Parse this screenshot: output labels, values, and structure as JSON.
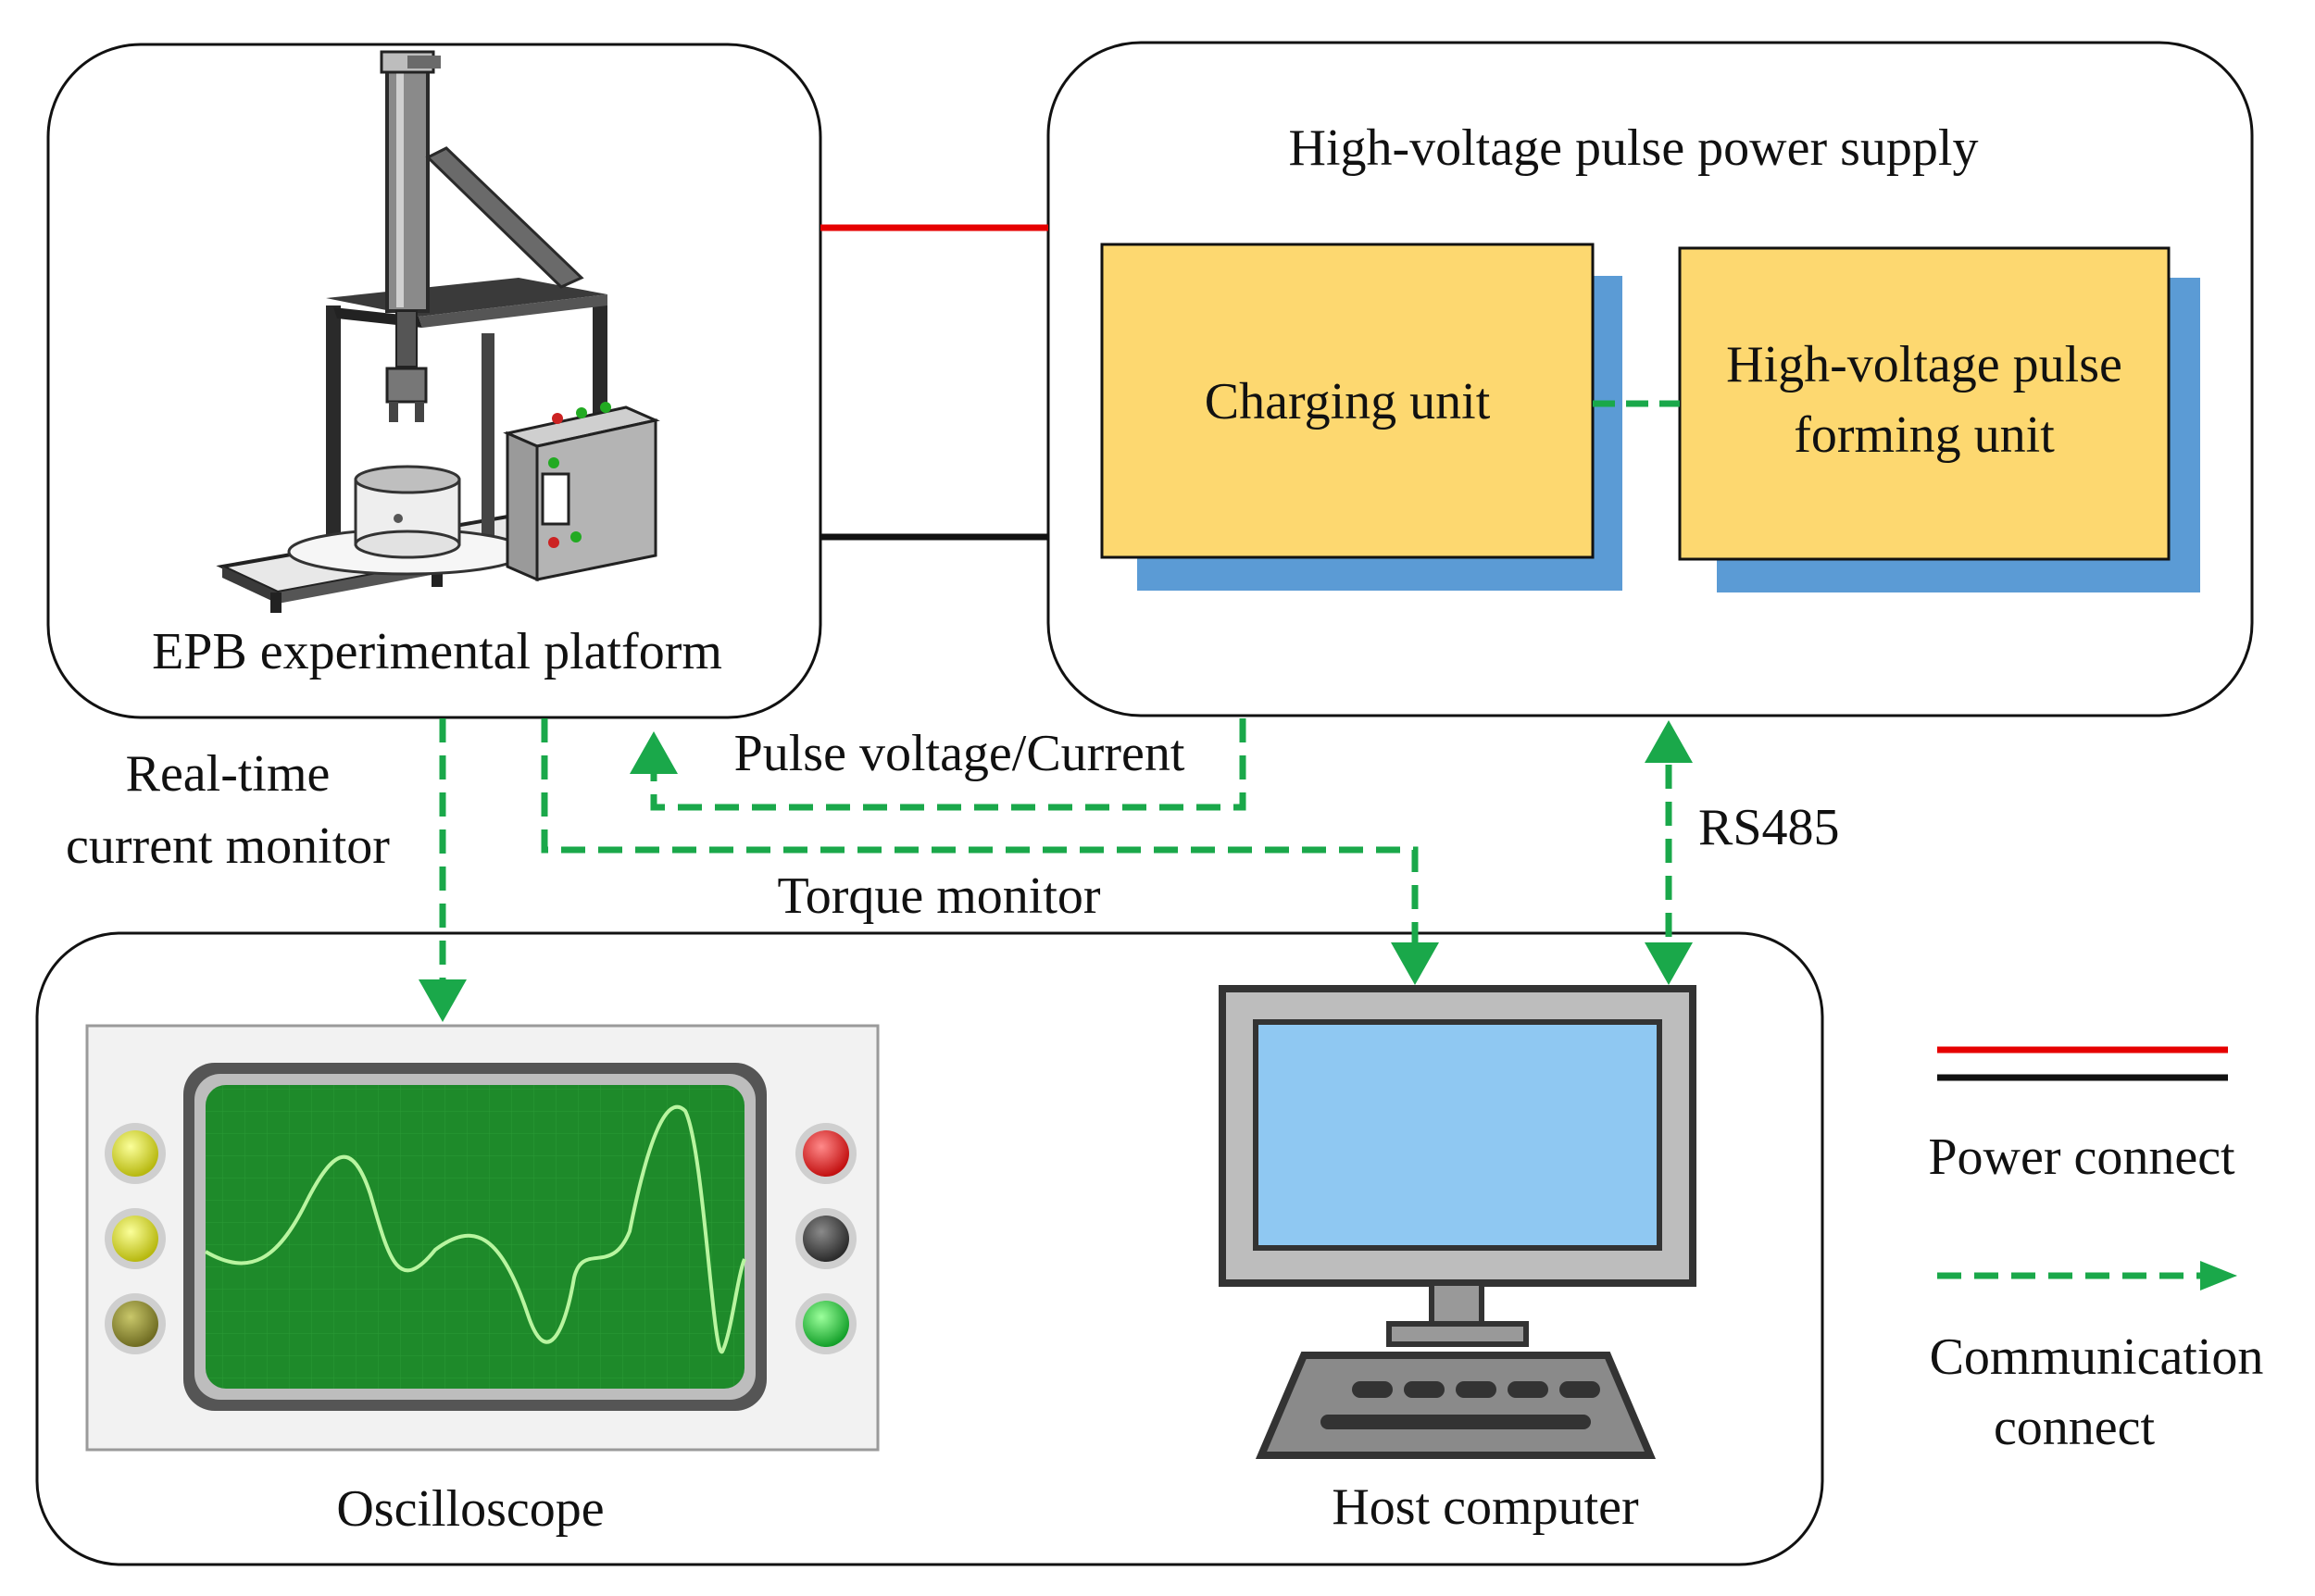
{
  "platform": {
    "label": "EPB experimental platform"
  },
  "power_supply": {
    "title": "High-voltage pulse power supply",
    "charging_unit": "Charging unit",
    "forming_unit_line1": "High-voltage pulse",
    "forming_unit_line2": "forming unit"
  },
  "signals": {
    "realtime_line1": "Real-time",
    "realtime_line2": "current monitor",
    "pulse": "Pulse voltage/Current",
    "torque": "Torque monitor",
    "rs485": "RS485"
  },
  "devices": {
    "oscilloscope": "Oscilloscope",
    "host_computer": "Host computer"
  },
  "legend": {
    "power_line1": "Power connect",
    "comm_line1": "Communication",
    "comm_line2": "connect"
  },
  "colors": {
    "power_positive": "#e60000",
    "power_negative": "#111111",
    "communication": "#1aa84a",
    "unit_fill": "#fdd870",
    "unit_shadow": "#5b9bd5",
    "scope_screen": "#1e8a2a",
    "monitor_screen": "#8fc8f2"
  }
}
